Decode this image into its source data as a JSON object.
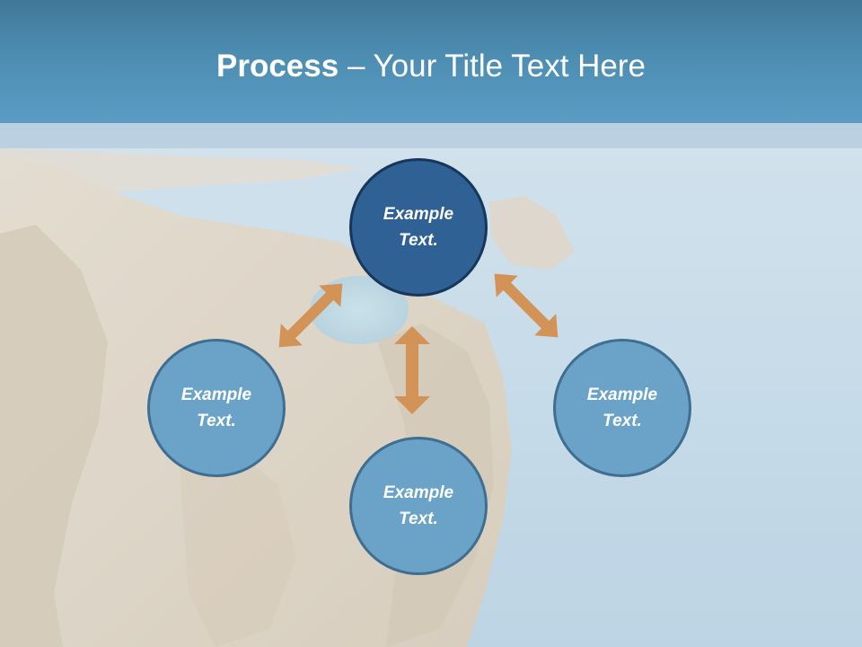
{
  "slide": {
    "title_bold": "Process",
    "title_rest": " – Your Title Text Here"
  },
  "diagram": {
    "center_node": {
      "label": "Example\nText."
    },
    "left_node": {
      "label": "Example\nText."
    },
    "right_node": {
      "label": "Example\nText."
    },
    "bottom_node": {
      "label": "Example\nText."
    }
  },
  "colors": {
    "header": "#4d8db2",
    "center_fill": "#2f6195",
    "outer_fill": "#6aa3c7",
    "arrow": "#d39357"
  },
  "icons": [
    "double-arrow"
  ]
}
